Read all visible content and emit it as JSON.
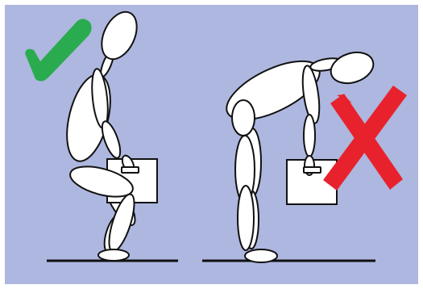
{
  "panels": [
    {
      "posture": "correct-squat-lift",
      "verdict": "correct",
      "mark_icon": "checkmark-icon",
      "mark_color": "#2bab4f"
    },
    {
      "posture": "incorrect-bent-back-lift",
      "verdict": "incorrect",
      "mark_icon": "cross-icon",
      "mark_color": "#e8222c"
    }
  ],
  "colors": {
    "background": "#adb7df",
    "figure_fill": "#ffffff",
    "outline": "#111111",
    "ground": "#111111"
  }
}
